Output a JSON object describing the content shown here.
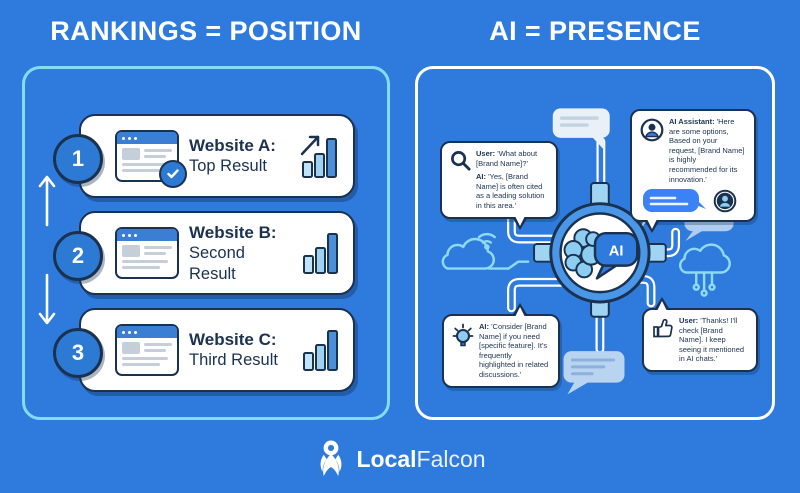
{
  "colors": {
    "background": "#2f7bdd",
    "outline_navy": "#1b3150",
    "left_panel_border": "#85dcf2",
    "right_panel_border": "#ffffff",
    "bar_dark_blue": "#4a90d9",
    "bar_light_blue": "#aedcf5",
    "ai_message_blue": "#3b82f6",
    "cyan_decoration": "#8fd9f2"
  },
  "left_panel": {
    "title": "RANKINGS = POSITION",
    "cards": [
      {
        "number": "1",
        "name": "Website A:",
        "result": "Top Result",
        "icons": [
          "browser-window-icon",
          "check-icon",
          "rising-bar-chart-icon"
        ]
      },
      {
        "number": "2",
        "name": "Website B:",
        "result": "Second Result",
        "icons": [
          "browser-window-icon",
          "bar-chart-icon"
        ]
      },
      {
        "number": "3",
        "name": "Website C:",
        "result": "Third Result",
        "icons": [
          "browser-window-icon",
          "bar-chart-icon"
        ]
      }
    ]
  },
  "right_panel": {
    "title": "AI = PRESENCE",
    "center": {
      "label": "AI",
      "icons": [
        "brain-icon",
        "ai-chat-bubble-icon"
      ]
    },
    "bubbles": {
      "top_left": {
        "icon": "magnifier-icon",
        "user_label": "User:",
        "user_text": "'What about [Brand Name]?'",
        "ai_label": "AI:",
        "ai_text": "'Yes, [Brand Name] is often cited as a leading solution in this area.'"
      },
      "top_right": {
        "icon": "user-avatar-icon",
        "label": "AI Assistant:",
        "text": "'Here are some options, Based on your request, [Brand Name] is highly recommended for its innovation.'"
      },
      "bottom_left": {
        "icon": "lightbulb-icon",
        "label": "AI:",
        "text": "'Consider [Brand Name] if you need [specific feature]. It's frequently highlighted in related discussions.'"
      },
      "bottom_right": {
        "icon": "thumbs-up-icon",
        "label": "User:",
        "text": "'Thanks! I'll check [Brand Name]. I keep seeing it mentioned in AI chats.'"
      }
    }
  },
  "footer": {
    "brand_bold": "Local",
    "brand_light": "Falcon"
  }
}
